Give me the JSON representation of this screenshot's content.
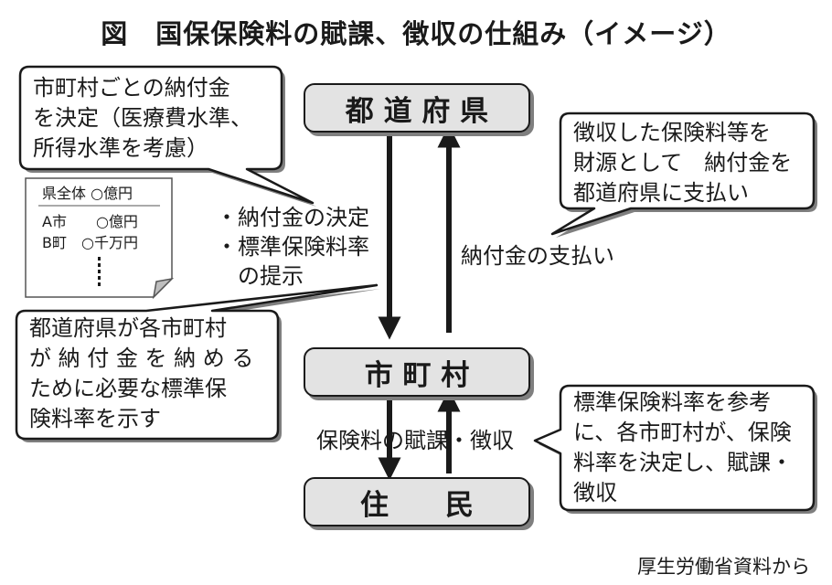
{
  "title": "図　国保保険料の賦課、徴収の仕組み（イメージ）",
  "nodes": {
    "prefecture": "都 道 府 県",
    "municipality": "市 町 村",
    "residents": "住　　民"
  },
  "arrow_labels": {
    "down_top": [
      "・納付金の決定",
      "・標準保険料率",
      "　の提示"
    ],
    "up_top": "納付金の支払い",
    "bottom": "保険料の賦課・徴収"
  },
  "callouts": {
    "top_left": [
      "市町村ごとの納付金",
      "を決定（医療費水準、",
      "所得水準を考慮）"
    ],
    "top_right": [
      "徴収した保険料等を",
      "財源として　納付金を",
      "都道府県に支払い"
    ],
    "mid_left": [
      "都道府県が各市町村",
      "が 納 付 金 を 納 め る",
      "ために必要な標準保",
      "険料率を示す"
    ],
    "bottom_right": [
      "標準保険料率を参考",
      "に、各市町村が、保険",
      "料率を決定し、賦課・",
      "徴収"
    ]
  },
  "note_card": {
    "header": "県全体 ○億円",
    "rows": [
      "A市　　○億円",
      "B町　○千万円"
    ]
  },
  "source": "厚生労働省資料から"
}
